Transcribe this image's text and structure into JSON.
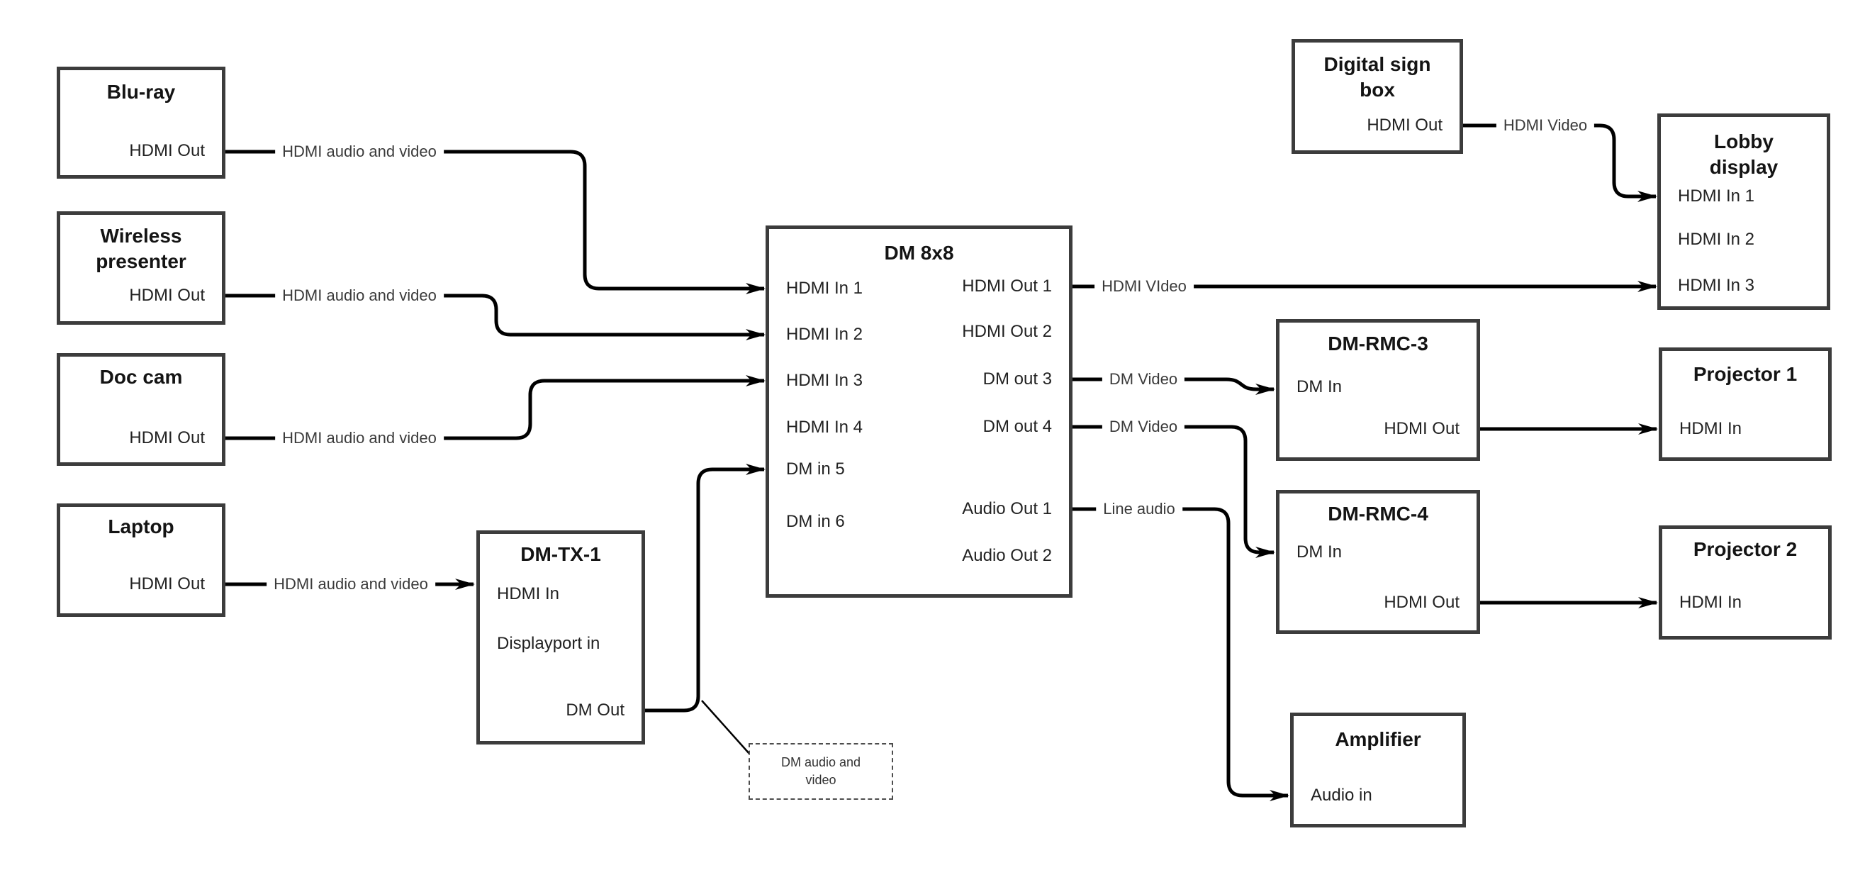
{
  "diagram_title": "",
  "colors": {
    "background": "#ffffff",
    "box_border": "#3c3c3c",
    "connector": "#000000",
    "title_text": "#141414",
    "port_text": "#222222",
    "connector_label_text": "#3a3a3a",
    "annotation_border": "#4d4d4d",
    "annotation_text": "#333333"
  },
  "nodes": [
    {
      "id": "blu-ray",
      "title_lines": [
        "Blu-ray"
      ],
      "ports": [
        {
          "id": "hdmi-out",
          "label": "HDMI Out"
        }
      ]
    },
    {
      "id": "wireless-presenter",
      "title_lines": [
        "Wireless",
        "presenter"
      ],
      "ports": [
        {
          "id": "hdmi-out",
          "label": "HDMI Out"
        }
      ]
    },
    {
      "id": "doc-cam",
      "title_lines": [
        "Doc cam"
      ],
      "ports": [
        {
          "id": "hdmi-out",
          "label": "HDMI Out"
        }
      ]
    },
    {
      "id": "laptop",
      "title_lines": [
        "Laptop"
      ],
      "ports": [
        {
          "id": "hdmi-out",
          "label": "HDMI Out"
        }
      ]
    },
    {
      "id": "dm-tx-1",
      "title_lines": [
        "DM-TX-1"
      ],
      "ports": [
        {
          "id": "hdmi-in",
          "label": "HDMI In"
        },
        {
          "id": "displayport-in",
          "label": "Displayport in"
        },
        {
          "id": "dm-out",
          "label": "DM Out"
        }
      ]
    },
    {
      "id": "dm-8x8",
      "title_lines": [
        "DM 8x8"
      ],
      "ports": [
        {
          "id": "hdmi-in-1",
          "label": "HDMI In 1"
        },
        {
          "id": "hdmi-in-2",
          "label": "HDMI In 2"
        },
        {
          "id": "hdmi-in-3",
          "label": "HDMI In 3"
        },
        {
          "id": "hdmi-in-4",
          "label": "HDMI In 4"
        },
        {
          "id": "dm-in-5",
          "label": "DM in 5"
        },
        {
          "id": "dm-in-6",
          "label": "DM in 6"
        },
        {
          "id": "hdmi-out-1",
          "label": "HDMI Out 1"
        },
        {
          "id": "hdmi-out-2",
          "label": "HDMI Out 2"
        },
        {
          "id": "dm-out-3",
          "label": "DM out 3"
        },
        {
          "id": "dm-out-4",
          "label": "DM out 4"
        },
        {
          "id": "audio-out-1",
          "label": "Audio Out 1"
        },
        {
          "id": "audio-out-2",
          "label": "Audio Out 2"
        }
      ]
    },
    {
      "id": "digital-sign-box",
      "title_lines": [
        "Digital sign",
        "box"
      ],
      "ports": [
        {
          "id": "hdmi-out",
          "label": "HDMI Out"
        }
      ]
    },
    {
      "id": "lobby-display",
      "title_lines": [
        "Lobby",
        "display"
      ],
      "ports": [
        {
          "id": "hdmi-in-1",
          "label": "HDMI In 1"
        },
        {
          "id": "hdmi-in-2",
          "label": "HDMI In 2"
        },
        {
          "id": "hdmi-in-3",
          "label": "HDMI In 3"
        }
      ]
    },
    {
      "id": "dm-rmc-3",
      "title_lines": [
        "DM-RMC-3"
      ],
      "ports": [
        {
          "id": "dm-in",
          "label": "DM In"
        },
        {
          "id": "hdmi-out",
          "label": "HDMI Out"
        }
      ]
    },
    {
      "id": "projector-1",
      "title_lines": [
        "Projector 1"
      ],
      "ports": [
        {
          "id": "hdmi-in",
          "label": "HDMI In"
        }
      ]
    },
    {
      "id": "dm-rmc-4",
      "title_lines": [
        "DM-RMC-4"
      ],
      "ports": [
        {
          "id": "dm-in",
          "label": "DM In"
        },
        {
          "id": "hdmi-out",
          "label": "HDMI Out"
        }
      ]
    },
    {
      "id": "projector-2",
      "title_lines": [
        "Projector 2"
      ],
      "ports": [
        {
          "id": "hdmi-in",
          "label": "HDMI In"
        }
      ]
    },
    {
      "id": "amplifier",
      "title_lines": [
        "Amplifier"
      ],
      "ports": [
        {
          "id": "audio-in",
          "label": "Audio in"
        }
      ]
    }
  ],
  "connectors": [
    {
      "id": "c1",
      "from": "blu-ray.hdmi-out",
      "to": "dm-8x8.hdmi-in-1",
      "label": "HDMI audio and video"
    },
    {
      "id": "c2",
      "from": "wireless-presenter.hdmi-out",
      "to": "dm-8x8.hdmi-in-2",
      "label": "HDMI audio and video"
    },
    {
      "id": "c3",
      "from": "doc-cam.hdmi-out",
      "to": "dm-8x8.hdmi-in-3",
      "label": "HDMI audio and video"
    },
    {
      "id": "c4",
      "from": "laptop.hdmi-out",
      "to": "dm-tx-1.hdmi-in",
      "label": "HDMI audio and video"
    },
    {
      "id": "c5",
      "from": "dm-tx-1.dm-out",
      "to": "dm-8x8.dm-in-5",
      "label": ""
    },
    {
      "id": "c6",
      "from": "dm-8x8.hdmi-out-1",
      "to": "lobby-display.hdmi-in-3",
      "label": "HDMI VIdeo"
    },
    {
      "id": "c7",
      "from": "digital-sign-box.hdmi-out",
      "to": "lobby-display.hdmi-in-1",
      "label": "HDMI Video"
    },
    {
      "id": "c8",
      "from": "dm-8x8.dm-out-3",
      "to": "dm-rmc-3.dm-in",
      "label": "DM Video"
    },
    {
      "id": "c9",
      "from": "dm-8x8.dm-out-4",
      "to": "dm-rmc-4.dm-in",
      "label": "DM Video"
    },
    {
      "id": "c10",
      "from": "dm-8x8.audio-out-1",
      "to": "amplifier.audio-in",
      "label": "Line audio"
    },
    {
      "id": "c11",
      "from": "dm-rmc-3.hdmi-out",
      "to": "projector-1.hdmi-in",
      "label": ""
    },
    {
      "id": "c12",
      "from": "dm-rmc-4.hdmi-out",
      "to": "projector-2.hdmi-in",
      "label": ""
    }
  ],
  "annotation": {
    "text_lines": [
      "DM audio and",
      "video"
    ]
  }
}
